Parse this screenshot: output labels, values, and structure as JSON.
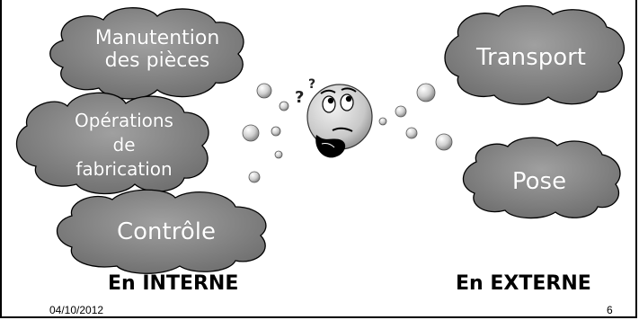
{
  "clouds": {
    "manutention": "Manutention\ndes pièces",
    "operations": "Opérations\nde\nfabrication",
    "controle": "Contrôle",
    "transport": "Transport",
    "pose": "Pose"
  },
  "labels": {
    "interne": "En INTERNE",
    "externe": "En EXTERNE"
  },
  "thinking_marks": "??",
  "footer": {
    "date": "04/10/2012",
    "page": "6"
  },
  "colors": {
    "cloud_fill": "#8c8c8c",
    "cloud_stroke": "#000000",
    "text": "#ffffff"
  }
}
